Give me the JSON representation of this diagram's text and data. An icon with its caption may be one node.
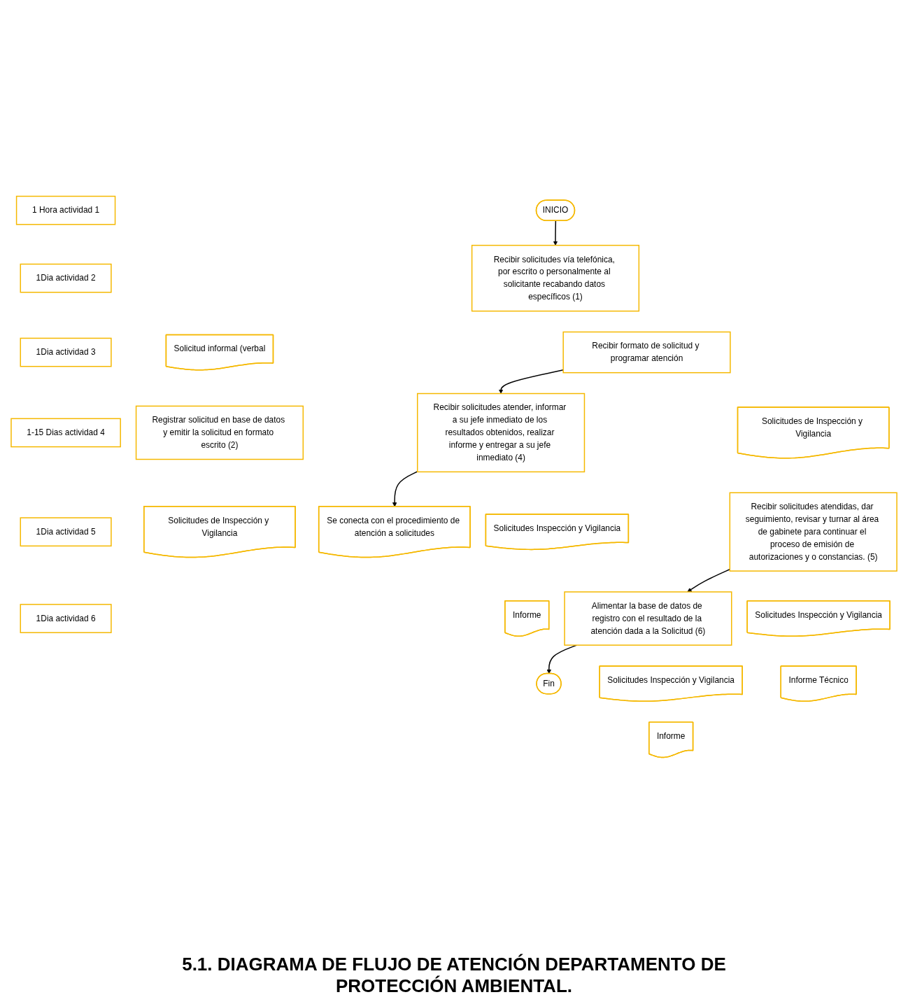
{
  "diagram": {
    "title": "5.1. DIAGRAMA DE FLUJO DE ATENCIÓN DEPARTAMENTO DE PROTECCIÓN AMBIENTAL.",
    "nodes": [
      {
        "text": [
          "INICIO"
        ]
      },
      {
        "text": [
          "1 Hora actividad 1"
        ]
      },
      {
        "text": [
          "1Dia actividad 2"
        ]
      },
      {
        "text": [
          "Recibir solicitudes vía telefónica, por escrito o personalmente al solicitante recabando datos específicos (1)"
        ]
      },
      {
        "text": [
          "Solicitud informal (verbal"
        ]
      },
      {
        "text": [
          "Se conecta con el procedimiento de atención a solicitudes"
        ]
      },
      {
        "text": [
          "1Dia actividad 3"
        ]
      },
      {
        "text": [
          "1-15 Dias actividad 4"
        ]
      },
      {
        "text": [
          "Registrar solicitud en base de datos y emitir la solicitud en formato escrito (2)"
        ]
      },
      {
        "text": [
          "Solicitudes de Inspección y Vigilancia"
        ]
      },
      {
        "text": [
          "Recibir formato de solicitud y programar atención"
        ]
      },
      {
        "text": [
          "Solicitudes de Inspección y Vigilancia"
        ]
      },
      {
        "text": [
          "Recibir solicitudes atender, informar a su jefe inmediato de los resultados obtenidos, realizar informe y entregar a su jefe inmediato (4)"
        ]
      },
      {
        "text": [
          "Solicitudes Inspección y Vigilancia"
        ]
      },
      {
        "text": [
          "Informe"
        ]
      },
      {
        "text": [
          "1Dia actividad 5"
        ]
      },
      {
        "text": [
          "1Dia actividad 6"
        ]
      },
      {
        "text": [
          "Alimentar la base de datos de registro con el resultado de la atención dada a la Solicitud (6)"
        ]
      },
      {
        "text": [
          "Solicitudes Inspección y Vigilancia"
        ]
      },
      {
        "text": [
          "Informe"
        ]
      },
      {
        "text": [
          "Recibir solicitudes atendidas, dar seguimiento, revisar y turnar al área de gabinete para continuar el proceso de emisión de autorizaciones y o constancias. (5)"
        ]
      },
      {
        "text": [
          "Solicitudes Inspección y Vigilancia"
        ]
      },
      {
        "text": [
          "Informe Técnico"
        ]
      },
      {
        "text": [
          "Fin"
        ]
      }
    ],
    "edges": [
      {
        "from": 0,
        "to": 3,
        "arrow": "to"
      },
      {
        "from": 10,
        "to": 12,
        "arrow": "to"
      },
      {
        "from": 12,
        "to": 5,
        "arrow": "to"
      },
      {
        "from": 20,
        "to": 17,
        "arrow": "to"
      },
      {
        "from": 17,
        "to": 23,
        "arrow": "to"
      }
    ]
  }
}
